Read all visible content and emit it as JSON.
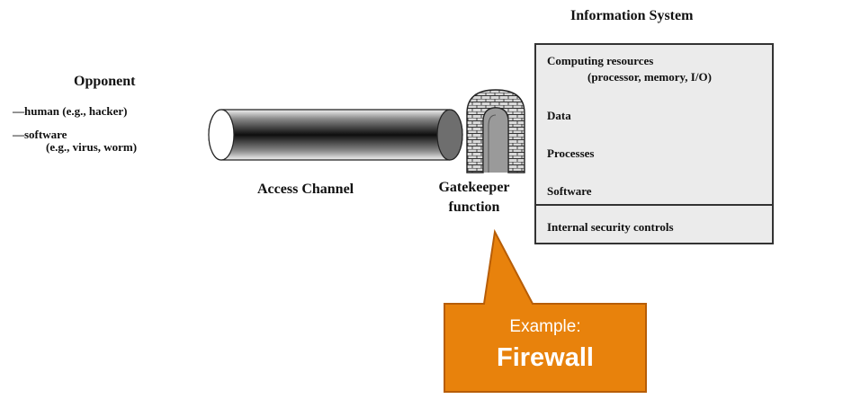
{
  "opponent": {
    "title": "Opponent",
    "line1": "—human (e.g., hacker)",
    "line2": "—software",
    "line3": "(e.g., virus, worm)"
  },
  "access_channel": {
    "label": "Access Channel"
  },
  "gatekeeper": {
    "line1": "Gatekeeper",
    "line2": "function"
  },
  "information_system": {
    "title": "Information System",
    "items": [
      "Computing resources",
      "(processor, memory, I/O)",
      "Data",
      "Processes",
      "Software"
    ],
    "controls": "Internal security controls"
  },
  "callout": {
    "small": "Example:",
    "big": "Firewall",
    "fill_color": "#e8820c",
    "stroke_color": "#b75d06"
  }
}
